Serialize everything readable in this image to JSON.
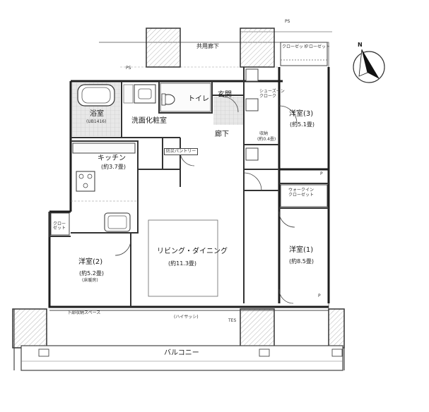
{
  "rooms": {
    "bath": "浴室",
    "bath_size": "(UB1416)",
    "washroom": "洗面化粧室",
    "toilet": "トイレ",
    "entrance": "玄関",
    "hallway": "廊下",
    "kitchen": "キッチン",
    "kitchen_size": "(約3.7畳)",
    "western3": "洋室(3)",
    "western3_size": "(約5.1畳)",
    "western2": "洋室(2)",
    "western2_size": "(約5.2畳)",
    "western1": "洋室(1)",
    "western1_size": "(約8.5畳)",
    "living": "リビング・ダイニング",
    "living_size": "(約11.3畳)",
    "balcony": "バルコニー",
    "shared_corridor": "共用廊下"
  },
  "fixtures": {
    "closet_a": "クローゼット",
    "closet_b": "クローゼット",
    "closet2": "クロー\nゼット",
    "walkin_closet": "ウォークイン\nクローゼット",
    "shoes_closet": "シューズイン\nクローク",
    "storage": "収納",
    "storage_size": "(約0.4畳)",
    "pantry": "防災パントリー",
    "ps_top": "PS",
    "ps_mid": "PS",
    "ps_right": "P",
    "p_small": "P",
    "tes": "TES",
    "high_sash": "(ハイサッシ)",
    "outdoor_space": "下部収納スペース",
    "floor_heating": "(床暖房)"
  },
  "compass": {
    "north": "N"
  },
  "colors": {
    "wall": "#1e1e1e",
    "floor_wood": "#f4f4f4",
    "tile": "#d9d9d9",
    "line": "#555555"
  }
}
